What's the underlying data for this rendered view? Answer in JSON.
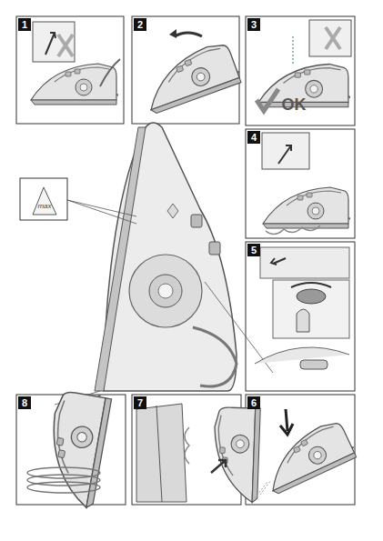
{
  "diagram": {
    "labels": [
      "1",
      "2",
      "3",
      "OK",
      "max",
      "4",
      "5",
      "8",
      "7",
      "6"
    ]
  }
}
